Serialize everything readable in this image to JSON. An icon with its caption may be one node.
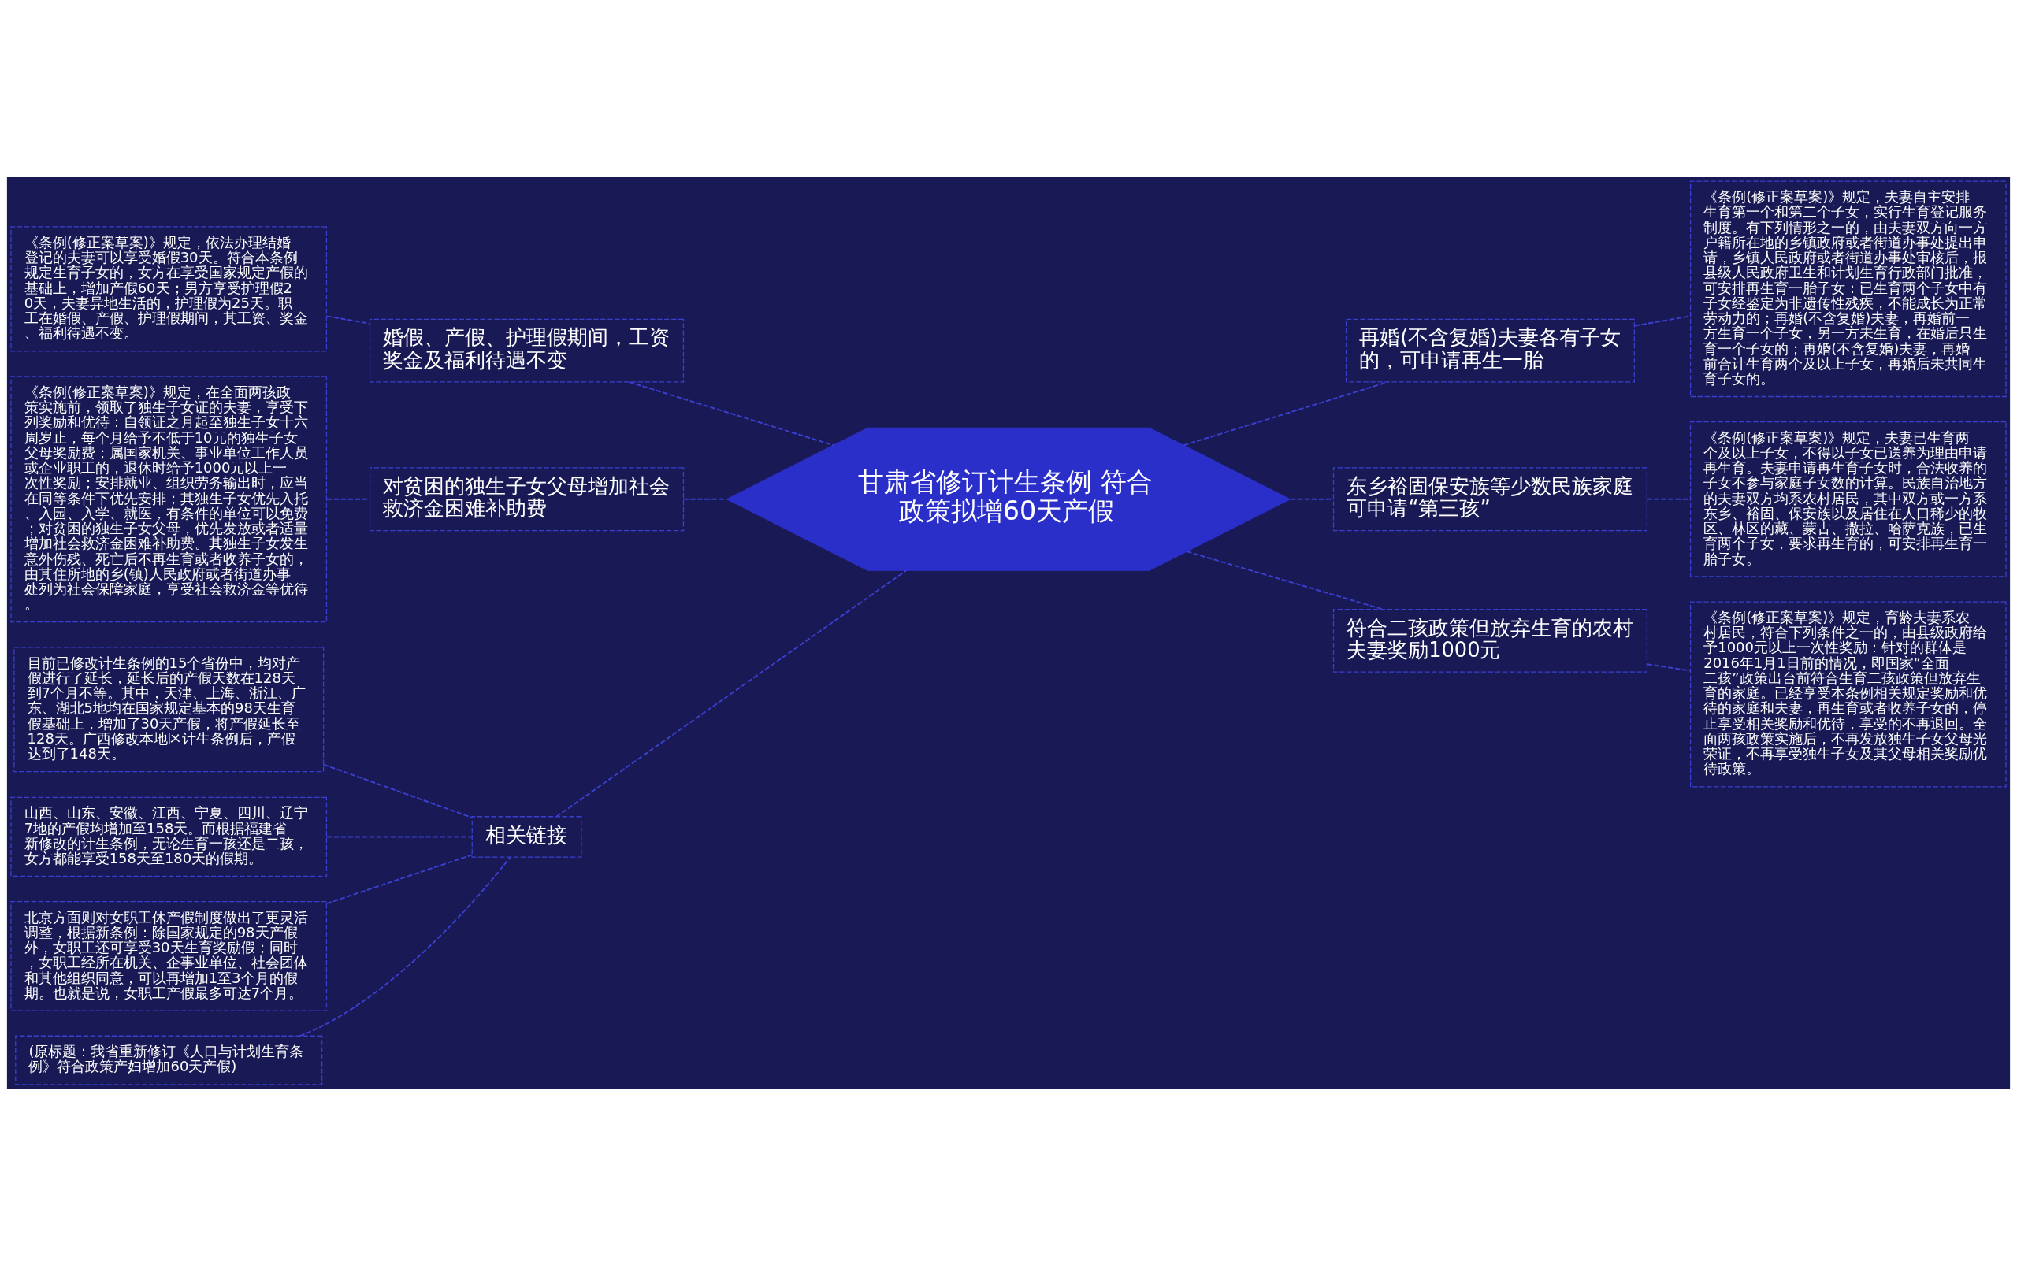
{
  "diagram": {
    "nodes": [
      {
        "text": [
          "甘肃省修订计生条例 符合政策拟增60天产假"
        ]
      },
      {
        "text": [
          "婚假、产假、护理假期间，工资奖金及福利待遇不变"
        ]
      },
      {
        "text": [
          "《条例(修正案草案)》规定，依法办理结婚登记的夫妻可以享受婚假30天。符合本条例规定生育子女的，女方在享受国家规定产假的基础上，增加产假60天；男方享受护理假20天，夫妻异地生活的，护理假为25天。职工在婚假、产假、护理假期间，其工资、奖金、福利待遇不变。"
        ]
      },
      {
        "text": [
          "对贫困的独生子女父母增加社会救济金困难补助费"
        ]
      },
      {
        "text": [
          "《条例(修正案草案)》规定，在全面两孩政策实施前，领取了独生子女证的夫妻，享受下列奖励和优待：自领证之月起至独生子女十六周岁止，每个月给予不低于10元的独生子女父母奖励费；属国家机关、事业单位工作人员或企业职工的，退休时给予1000元以上一次性奖励；安排就业、组织劳务输出时，应当在同等条件下优先安排；其独生子女优先入托、入园、入学、就医，有条件的单位可以免费；对贫困的独生子女父母，优先发放或者适量增加社会救济金困难补助费。其独生子女发生意外伤残、死亡后不再生育或者收养子女的，由其住所地的乡(镇)人民政府或者街道办事处列为社会保障家庭，享受社会救济金等优待。"
        ]
      },
      {
        "text": [
          "相关链接"
        ]
      },
      {
        "text": [
          "目前已修改计生条例的15个省份中，均对产假进行了延长，延长后的产假天数在128天到7个月不等。其中，天津、上海、浙江、广东、湖北5地均在国家规定基本的98天生育假基础上，增加了30天产假，将产假延长至128天。广西修改本地区计生条例后，产假达到了148天。"
        ]
      },
      {
        "text": [
          "山西、山东、安徽、江西、宁夏、四川、辽宁7地的产假均增加至158天。而根据福建省新修改的计生条例，无论生育一孩还是二孩，女方都能享受158天至180天的假期。"
        ]
      },
      {
        "text": [
          "北京方面则对女职工休产假制度做出了更灵活调整，根据新条例：除国家规定的98天产假外，女职工还可享受30天生育奖励假；同时，女职工经所在机关、企事业单位、社会团体和其他组织同意，可以再增加1至3个月的假期。也就是说，女职工产假最多可达7个月。"
        ]
      },
      {
        "text": [
          "(原标题：我省重新修订《人口与计划生育条例》符合政策产妇增加60天产假)"
        ]
      },
      {
        "text": [
          "再婚(不含复婚)夫妻各有子女的，可申请再生一胎"
        ]
      },
      {
        "text": [
          "《条例(修正案草案)》规定，夫妻自主安排生育第一个和第二个子女，实行生育登记服务制度。有下列情形之一的，由夫妻双方向一方户籍所在地的乡镇政府或者街道办事处提出申请，乡镇人民政府或者街道办事处审核后，报县级人民政府卫生和计划生育行政部门批准，可安排再生育一胎子女：已生育两个子女中有子女经鉴定为非遗传性残疾，不能成长为正常劳动力的；再婚(不含复婚)夫妻，再婚前一方生育一个子女，另一方未生育，在婚后只生育一个子女的；再婚(不含复婚)夫妻，再婚前合计生育两个及以上子女，再婚后未共同生育子女的。"
        ]
      },
      {
        "text": [
          "东乡裕固保安族等少数民族家庭可申请“第三孩”"
        ]
      },
      {
        "text": [
          "《条例(修正案草案)》规定，夫妻已生育两个及以上子女，不得以子女已送养为理由申请再生育。夫妻申请再生育子女时，合法收养的子女不参与家庭子女数的计算。民族自治地方的夫妻双方均系农村居民，其中双方或一方系东乡、裕固、保安族以及居住在人口稀少的牧区、林区的藏、蒙古、撒拉、哈萨克族，已生育两个子女，要求再生育的，可安排再生育一胎子女。"
        ]
      },
      {
        "text": [
          "符合二孩政策但放弃生育的农村夫妻奖励1000元"
        ]
      },
      {
        "text": [
          "《条例(修正案草案)》规定，育龄夫妻系农村居民，符合下列条件之一的，由县级政府给予1000元以上一次性奖励：针对的群体是2016年1月1日前的情况，即国家“全面二孩”政策出台前符合生育二孩政策但放弃生育的家庭。已经享受本条例相关规定奖励和优待的家庭和夫妻，再生育或者收养子女的，停止享受相关奖励和优待，享受的不再退回。全面两孩政策实施后，不再发放独生子女父母光荣证，不再享受独生子女及其父母相关奖励优待政策。"
        ]
      }
    ],
    "edges": [
      {
        "from": 0,
        "to": 1,
        "arrow": "none"
      },
      {
        "from": 1,
        "to": 2,
        "arrow": "none"
      },
      {
        "from": 0,
        "to": 3,
        "arrow": "none"
      },
      {
        "from": 3,
        "to": 4,
        "arrow": "none"
      },
      {
        "from": 0,
        "to": 5,
        "arrow": "none"
      },
      {
        "from": 5,
        "to": 6,
        "arrow": "none"
      },
      {
        "from": 5,
        "to": 7,
        "arrow": "none"
      },
      {
        "from": 5,
        "to": 8,
        "arrow": "none"
      },
      {
        "from": 5,
        "to": 9,
        "arrow": "none"
      },
      {
        "from": 0,
        "to": 10,
        "arrow": "none"
      },
      {
        "from": 10,
        "to": 11,
        "arrow": "none"
      },
      {
        "from": 0,
        "to": 12,
        "arrow": "none"
      },
      {
        "from": 12,
        "to": 13,
        "arrow": "none"
      },
      {
        "from": 0,
        "to": 14,
        "arrow": "none"
      },
      {
        "from": 14,
        "to": 15,
        "arrow": "none"
      }
    ]
  }
}
